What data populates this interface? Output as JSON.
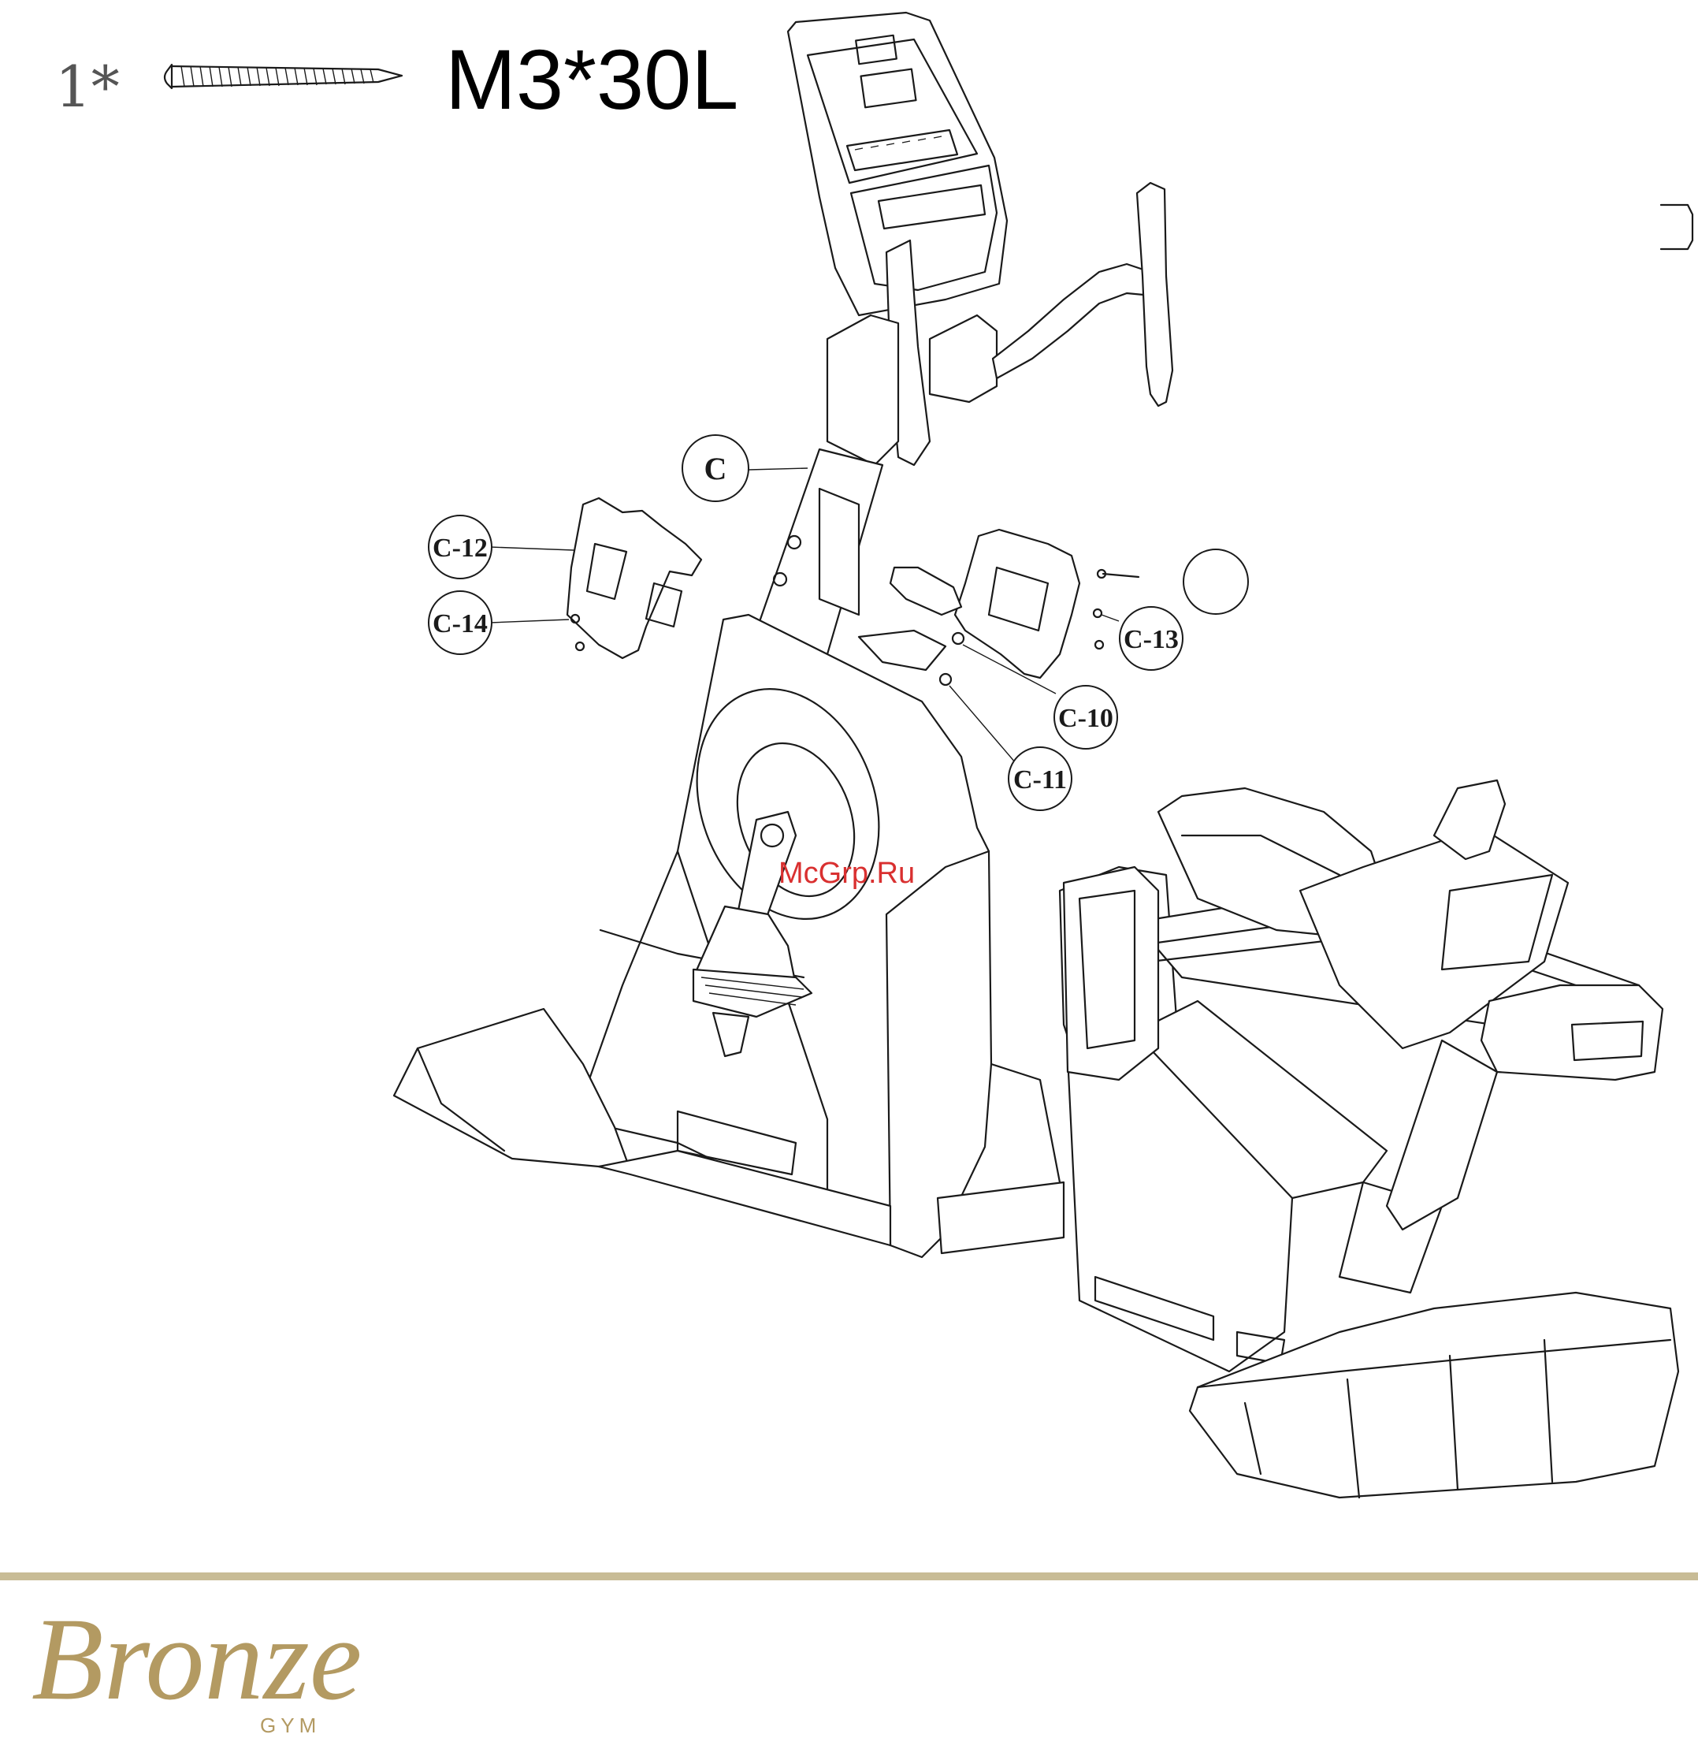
{
  "hardware": {
    "quantity": "1*",
    "spec": "M3*30L"
  },
  "callouts": {
    "c": "C",
    "c12": "C-12",
    "c14": "C-14",
    "c13": "C-13",
    "c10": "C-10",
    "c11": "C-11",
    "blank": ""
  },
  "watermark": "McGrp.Ru",
  "brand": {
    "name": "Bronze",
    "sub": "GYM"
  },
  "colors": {
    "line": "#1a1a1a",
    "watermark": "#d93030",
    "brand": "#b39a62",
    "rule": "#c8bc96"
  }
}
